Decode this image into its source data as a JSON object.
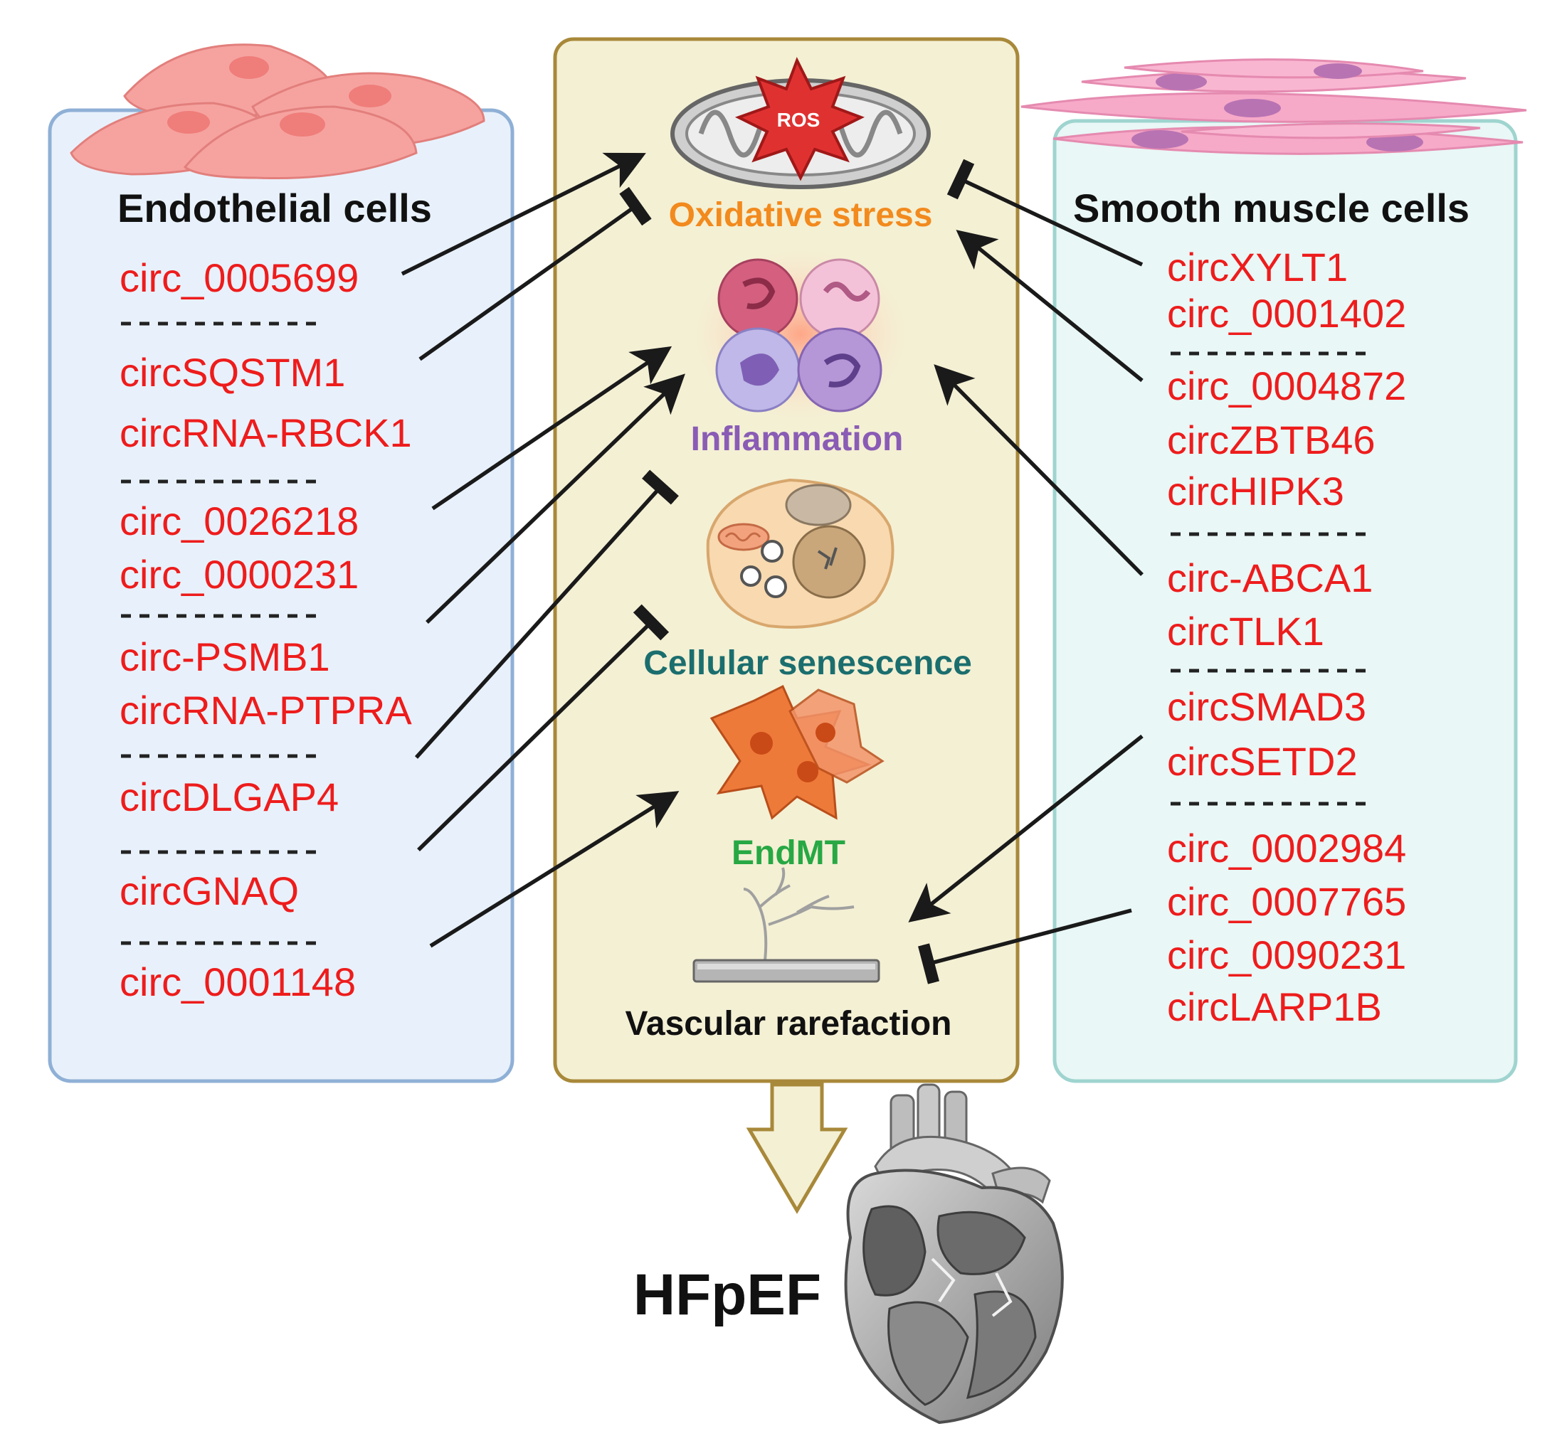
{
  "panels": {
    "endothelial": {
      "title": "Endothelial cells",
      "groups": [
        [
          "circ_0005699"
        ],
        [
          "circSQSTM1",
          "circRNA-RBCK1"
        ],
        [
          "circ_0026218",
          "circ_0000231"
        ],
        [
          "circ-PSMB1",
          "circRNA-PTPRA"
        ],
        [
          "circDLGAP4"
        ],
        [
          "circGNAQ"
        ],
        [
          "circ_0001148"
        ]
      ]
    },
    "smooth_muscle": {
      "title": "Smooth muscle cells",
      "groups": [
        [
          "circXYLT1",
          "circ_0001402"
        ],
        [
          "circ_0004872",
          "circZBTB46",
          "circHIPK3"
        ],
        [
          "circ-ABCA1",
          "circTLK1"
        ],
        [
          "circSMAD3",
          "circSETD2"
        ],
        [
          "circ_0002984",
          "circ_0007765",
          "circ_0090231",
          "circLARP1B"
        ]
      ]
    }
  },
  "processes": [
    {
      "label": "Oxidative stress",
      "color": "#f28a1e",
      "icon": "mitochondrion-ros-icon",
      "badge": "ROS"
    },
    {
      "label": "Inflammation",
      "color": "#8a5cb5",
      "icon": "immune-cells-icon"
    },
    {
      "label": "Cellular senescence",
      "color": "#1b6e6e",
      "icon": "senescent-cell-icon"
    },
    {
      "label": "EndMT",
      "color": "#27a844",
      "icon": "mesenchymal-cells-icon"
    },
    {
      "label": "Vascular rarefaction",
      "color": "#111111",
      "icon": "rarefied-vessel-icon"
    }
  ],
  "outcome": {
    "label": "HFpEF",
    "icon": "heart-icon"
  },
  "colors": {
    "circ_text": "#ee1c1c",
    "endothelial_panel_fill": "#e8f1fb",
    "endothelial_panel_border": "#8fb0d6",
    "center_panel_fill": "#f4f0d4",
    "center_panel_border": "#a8893a",
    "smooth_panel_fill": "#e9f7f6",
    "smooth_panel_border": "#9fd4cf"
  }
}
